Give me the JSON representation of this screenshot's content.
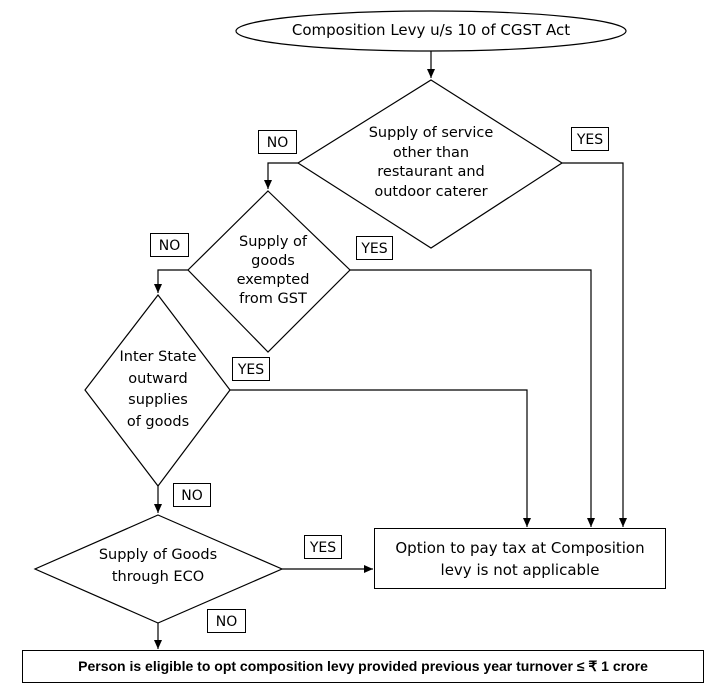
{
  "start": {
    "label": "Composition Levy u/s 10 of CGST Act"
  },
  "decisions": [
    {
      "id": "service",
      "lines": [
        "Supply of service",
        "other than",
        "restaurant and",
        "outdoor caterer"
      ]
    },
    {
      "id": "exempted",
      "lines": [
        "Supply of",
        "goods",
        "exempted",
        "from GST"
      ]
    },
    {
      "id": "interstate",
      "lines": [
        "Inter State",
        "outward",
        "supplies",
        "of goods"
      ]
    },
    {
      "id": "eco",
      "lines": [
        "Supply of Goods",
        "through ECO"
      ]
    }
  ],
  "branch_labels": {
    "service_no": "NO",
    "service_yes": "YES",
    "exempted_no": "NO",
    "exempted_yes": "YES",
    "interstate_yes": "YES",
    "interstate_no": "NO",
    "eco_yes": "YES",
    "eco_no": "NO"
  },
  "not_applicable": {
    "lines": [
      "Option to pay tax at Composition",
      "levy is not applicable"
    ]
  },
  "eligible": {
    "label": "Person is eligible to opt composition levy provided previous year turnover ≤ ₹ 1 crore"
  }
}
